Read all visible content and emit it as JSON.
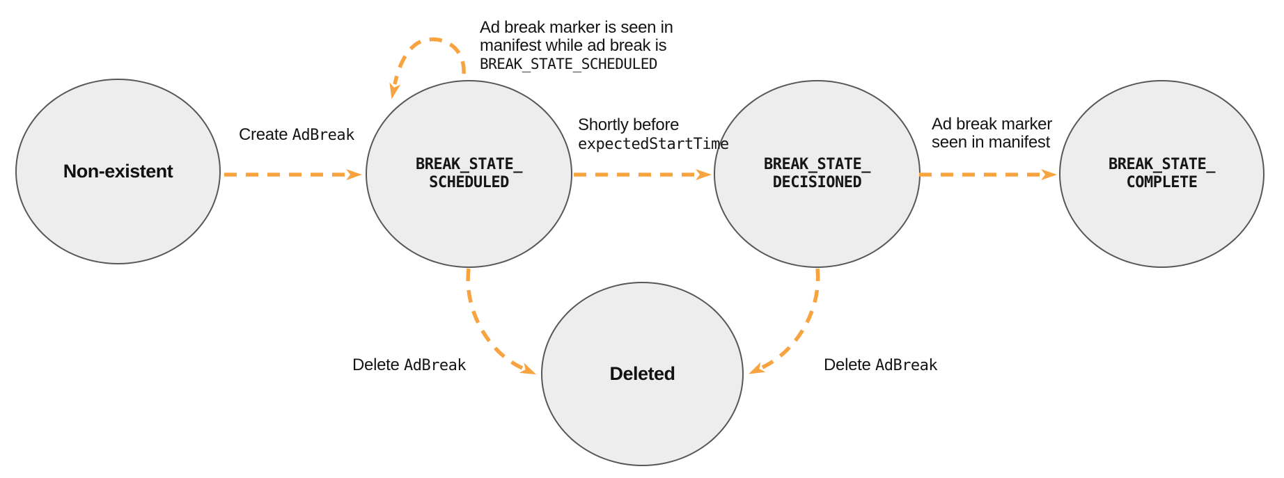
{
  "diagram": {
    "title_hidden": "",
    "colors": {
      "accent_orange": "#f7a440",
      "state_fill": "#ededed",
      "state_border": "#56575a",
      "text": "#141414"
    },
    "states": [
      {
        "id": "non-existent",
        "label": "Non-existent",
        "kind": "plain"
      },
      {
        "id": "break-state-scheduled",
        "label": "BREAK_STATE_\nSCHEDULED",
        "kind": "code"
      },
      {
        "id": "break-state-decisioned",
        "label": "BREAK_STATE_\nDECISIONED",
        "kind": "code"
      },
      {
        "id": "break-state-complete",
        "label": "BREAK_STATE_\nCOMPLETE",
        "kind": "code"
      },
      {
        "id": "deleted",
        "label": "Deleted",
        "kind": "plain"
      }
    ],
    "transitions": [
      {
        "id": "create-adbreak",
        "from": "non-existent",
        "to": "break-state-scheduled",
        "text_sans": "Create ",
        "text_code": "AdBreak"
      },
      {
        "id": "marker-seen-while-scheduled-self-loop",
        "from": "break-state-scheduled",
        "to": "break-state-scheduled",
        "line1": "Ad break marker is seen in",
        "line2": "manifest while ad break is",
        "line3_code": "BREAK_STATE_SCHEDULED"
      },
      {
        "id": "shortly-before-start",
        "from": "break-state-scheduled",
        "to": "break-state-decisioned",
        "line1": "Shortly before",
        "line2_code": "expectedStartTime"
      },
      {
        "id": "marker-seen-in-manifest",
        "from": "break-state-decisioned",
        "to": "break-state-complete",
        "line1": "Ad break marker",
        "line2": "seen in manifest"
      },
      {
        "id": "delete-adbreak-from-scheduled",
        "from": "break-state-scheduled",
        "to": "deleted",
        "text_sans": "Delete ",
        "text_code": "AdBreak"
      },
      {
        "id": "delete-adbreak-from-decisioned",
        "from": "break-state-decisioned",
        "to": "deleted",
        "text_sans": "Delete ",
        "text_code": "AdBreak"
      }
    ]
  }
}
